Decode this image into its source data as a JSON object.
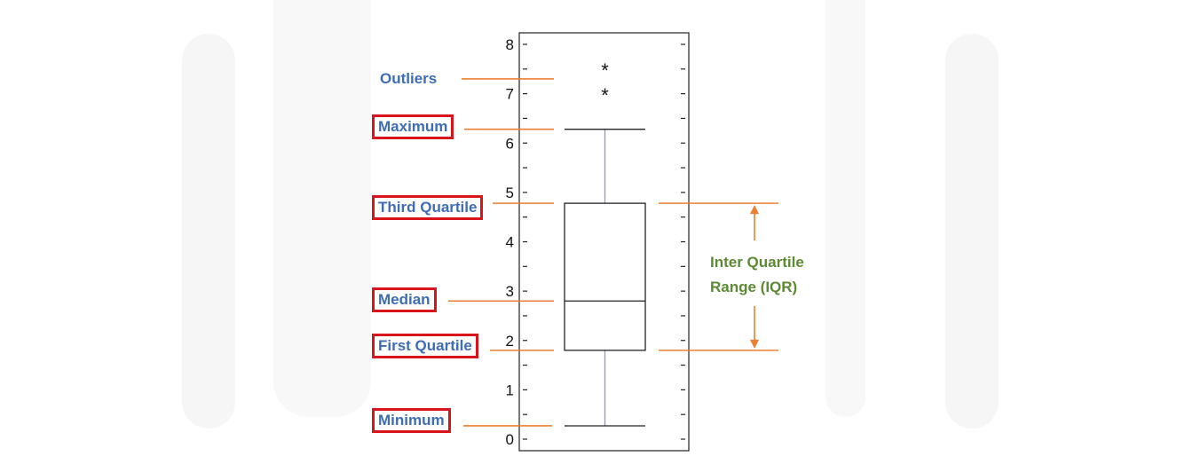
{
  "chart_data": {
    "type": "box",
    "y_ticks": [
      "0",
      "1",
      "2",
      "3",
      "4",
      "5",
      "6",
      "7",
      "8"
    ],
    "ylim": [
      0,
      8
    ],
    "box": {
      "minimum": 0.27,
      "first_quartile": 1.8,
      "median": 2.8,
      "third_quartile": 4.78,
      "maximum": 6.28
    },
    "outliers": [
      7.05,
      7.55
    ],
    "outlier_symbol": "*",
    "annotations": {
      "outliers": "Outliers",
      "maximum": "Maximum",
      "third_quartile": "Third Quartile",
      "median": "Median",
      "first_quartile": "First Quartile",
      "minimum": "Minimum",
      "iqr_line1": "Inter Quartile",
      "iqr_line2": "Range (IQR)"
    },
    "colors": {
      "annotation_text": "#3d6db5",
      "label_box_border": "#d9151b",
      "pointer_lines": "#ed7d31",
      "iqr_text": "#5b8a32",
      "whisker": "#7f9fc6",
      "box": "#222222"
    }
  }
}
